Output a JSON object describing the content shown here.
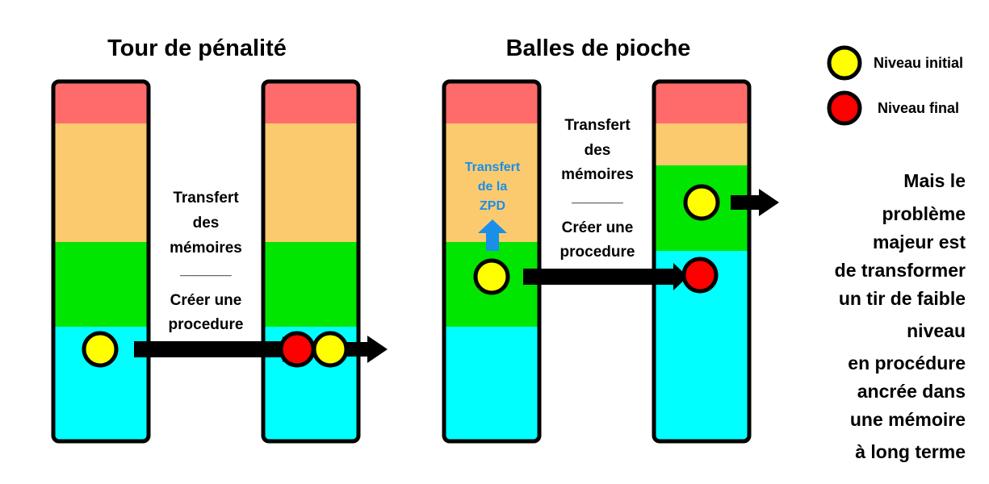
{
  "titles": {
    "left": "Tour de pénalité",
    "right": "Balles de pioche"
  },
  "colors": {
    "red_zone": "#ff6a6a",
    "orange_zone": "#fbca6f",
    "green_zone": "#00e600",
    "cyan_zone": "#00ffff",
    "initial": "#ffff00",
    "final": "#ff0000",
    "zpd_arrow": "#1a8fe8"
  },
  "transfer_label": {
    "line1": "Transfert",
    "line2": "des",
    "line3": "mémoires",
    "separator": "______",
    "line4": "Créer une",
    "line5": "procedure"
  },
  "zpd_label": {
    "line1": "Transfert",
    "line2": "de la",
    "line3": "ZPD"
  },
  "legend": {
    "initial": "Niveau initial",
    "final": "Niveau final"
  },
  "conclusion": [
    "Mais le",
    "problème",
    "majeur est",
    "de transformer",
    "un tir de faible",
    "niveau",
    "en procédure",
    "ancrée dans",
    "une mémoire",
    "à long terme"
  ]
}
